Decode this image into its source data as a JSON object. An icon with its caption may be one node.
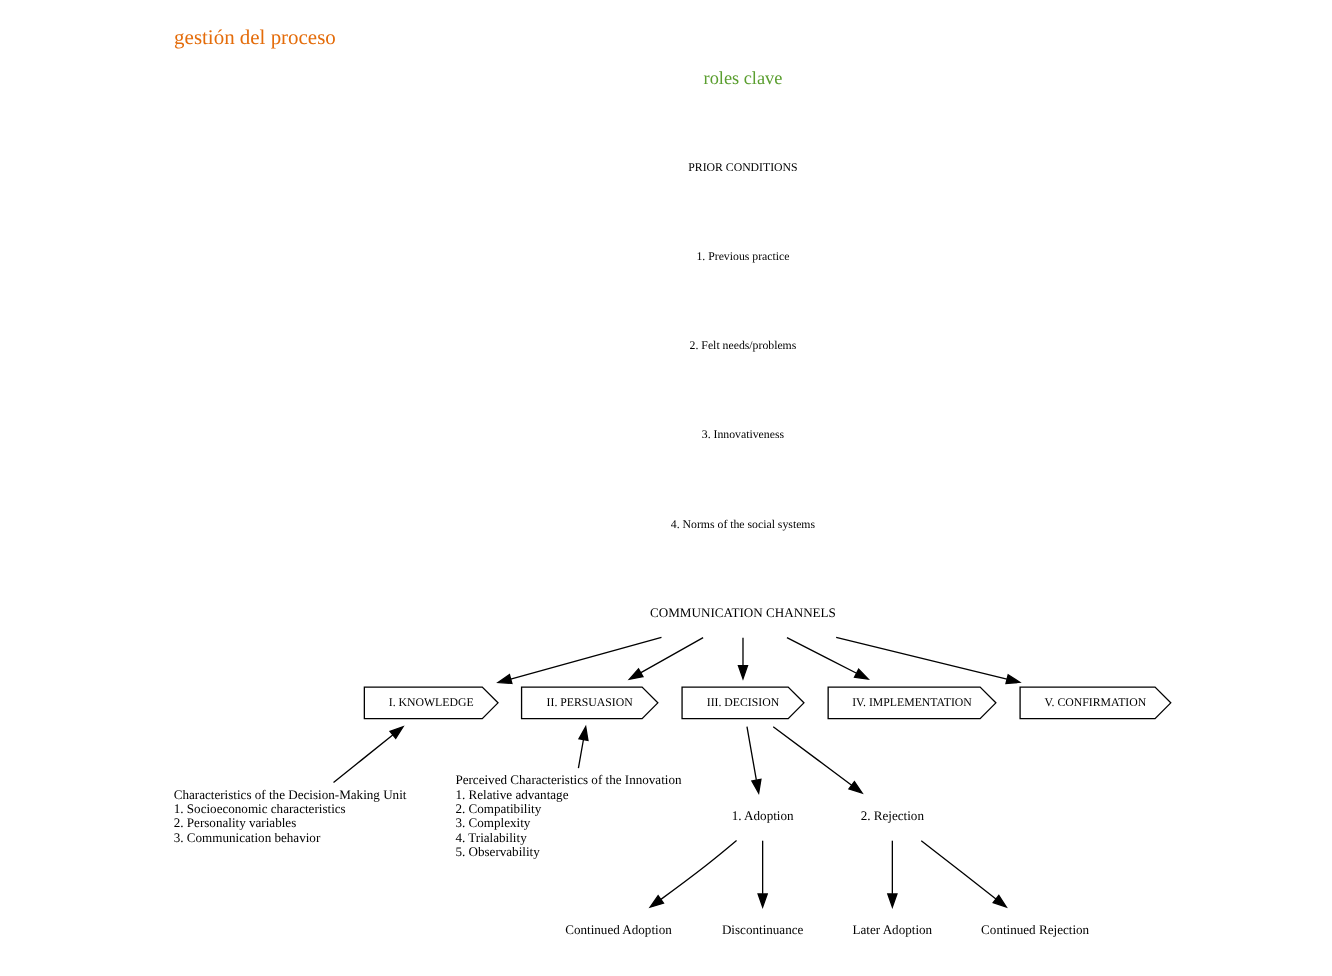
{
  "diagram": {
    "title": "gestión del proceso",
    "nodes": [
      {
        "text": [
          "COMMUNICATION CHANNELS"
        ]
      },
      {
        "text": [
          "I. KNOWLEDGE"
        ]
      },
      {
        "text": [
          "II. PERSUASION"
        ]
      },
      {
        "text": [
          "III. DECISION"
        ]
      },
      {
        "text": [
          "IV. IMPLEMENTATION"
        ]
      },
      {
        "text": [
          "V. CONFIRMATION"
        ]
      },
      {
        "text": [
          "Characteristics of the Decision-Making Unit",
          "1. Socioeconomic characteristics",
          "2. Personality variables",
          "3. Communication behavior"
        ]
      },
      {
        "text": [
          "Perceived Characteristics of the Innovation",
          "1. Relative advantage",
          "2. Compatibility",
          "3. Complexity",
          "4. Trialability",
          "5. Observability"
        ]
      },
      {
        "text": [
          "1. Adoption"
        ]
      },
      {
        "text": [
          "2. Rejection"
        ]
      },
      {
        "text": [
          "Continued Adoption"
        ]
      },
      {
        "text": [
          "Later Adoption"
        ]
      },
      {
        "text": [
          "Discontinuance"
        ]
      },
      {
        "text": [
          "Continued Rejection"
        ]
      }
    ],
    "edges": [
      {
        "from": 0,
        "to": 1,
        "arrow": "to"
      },
      {
        "from": 0,
        "to": 2,
        "arrow": "to"
      },
      {
        "from": 0,
        "to": 3,
        "arrow": "to"
      },
      {
        "from": 0,
        "to": 4,
        "arrow": "to"
      },
      {
        "from": 0,
        "to": 5,
        "arrow": "to"
      },
      {
        "from": 6,
        "to": 1,
        "arrow": "to"
      },
      {
        "from": 7,
        "to": 2,
        "arrow": "to"
      },
      {
        "from": 3,
        "to": 8,
        "arrow": "to"
      },
      {
        "from": 3,
        "to": 9,
        "arrow": "to"
      },
      {
        "from": 8,
        "to": 10,
        "arrow": "to"
      },
      {
        "from": 8,
        "to": 12,
        "arrow": "to"
      },
      {
        "from": 9,
        "to": 11,
        "arrow": "to"
      },
      {
        "from": 9,
        "to": 13,
        "arrow": "to"
      }
    ],
    "labels": [
      "roles clave",
      "PRIOR CONDITIONS",
      "1. Previous practice",
      "2. Felt needs/problems",
      "3. Innovativeness",
      "4. Norms of the social systems"
    ]
  }
}
